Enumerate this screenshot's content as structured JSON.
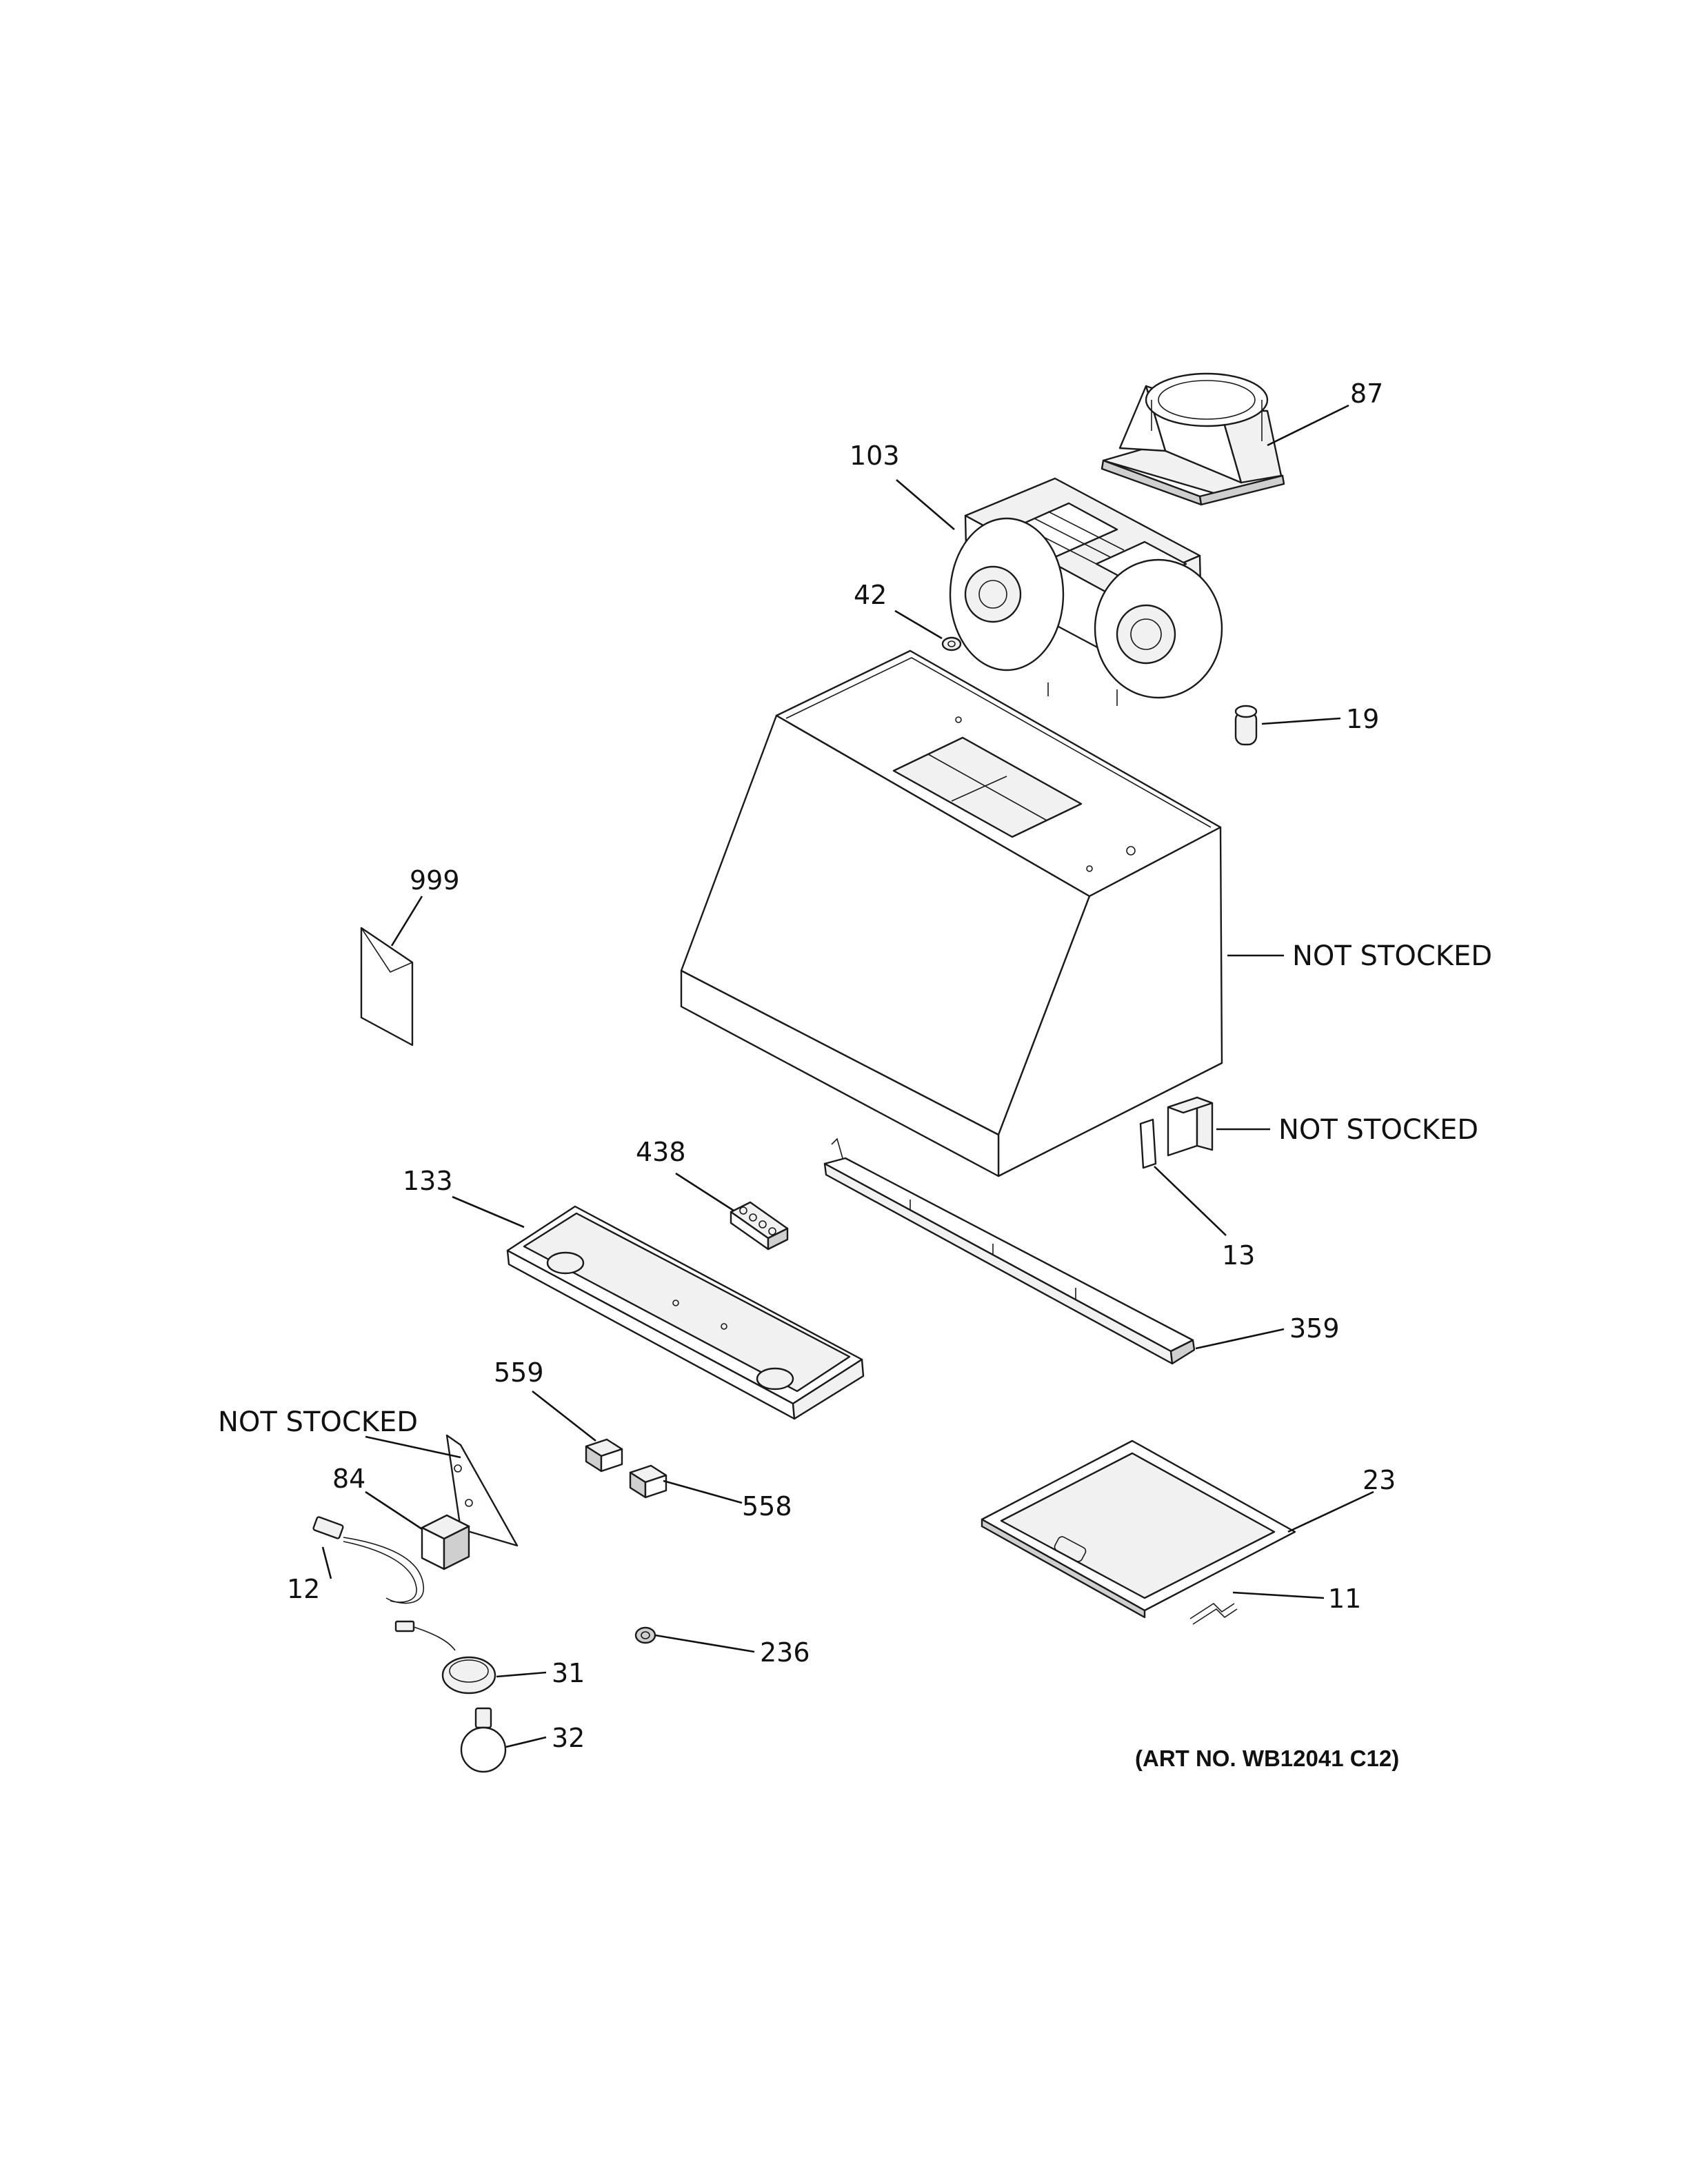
{
  "callouts": {
    "p87": "87",
    "p103": "103",
    "p42": "42",
    "p19": "19",
    "p999": "999",
    "hood_note": "NOT STOCKED",
    "box_note": "NOT STOCKED",
    "p13": "13",
    "p438": "438",
    "p133": "133",
    "p359": "359",
    "p559": "559",
    "bracket_note": "NOT STOCKED",
    "p84": "84",
    "p558": "558",
    "p23": "23",
    "p12": "12",
    "p11": "11",
    "p236": "236",
    "p31": "31",
    "p32": "32"
  },
  "art_number": "(ART NO. WB12041 C12)"
}
